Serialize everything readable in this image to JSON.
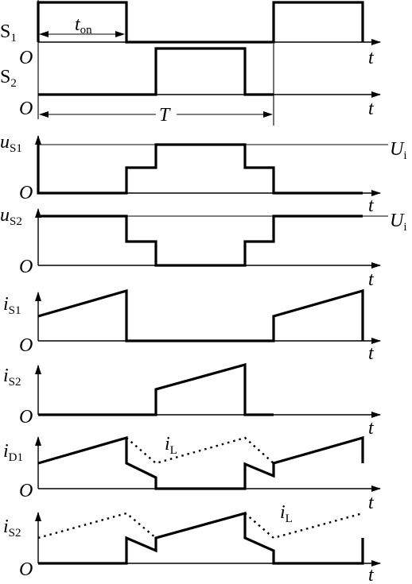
{
  "labels": {
    "t_on": "t",
    "t_on_sub": "on",
    "S1": "S",
    "S1_sub": "1",
    "S2": "S",
    "S2_sub": "2",
    "T": "T",
    "u": "u",
    "sub_S1": "S1",
    "sub_S2": "S2",
    "i": "i",
    "sub_D1": "D1",
    "iL": "i",
    "iL_sub": "L",
    "Ui": "U",
    "Ui_sub": "i",
    "O": "O",
    "t": "t"
  }
}
